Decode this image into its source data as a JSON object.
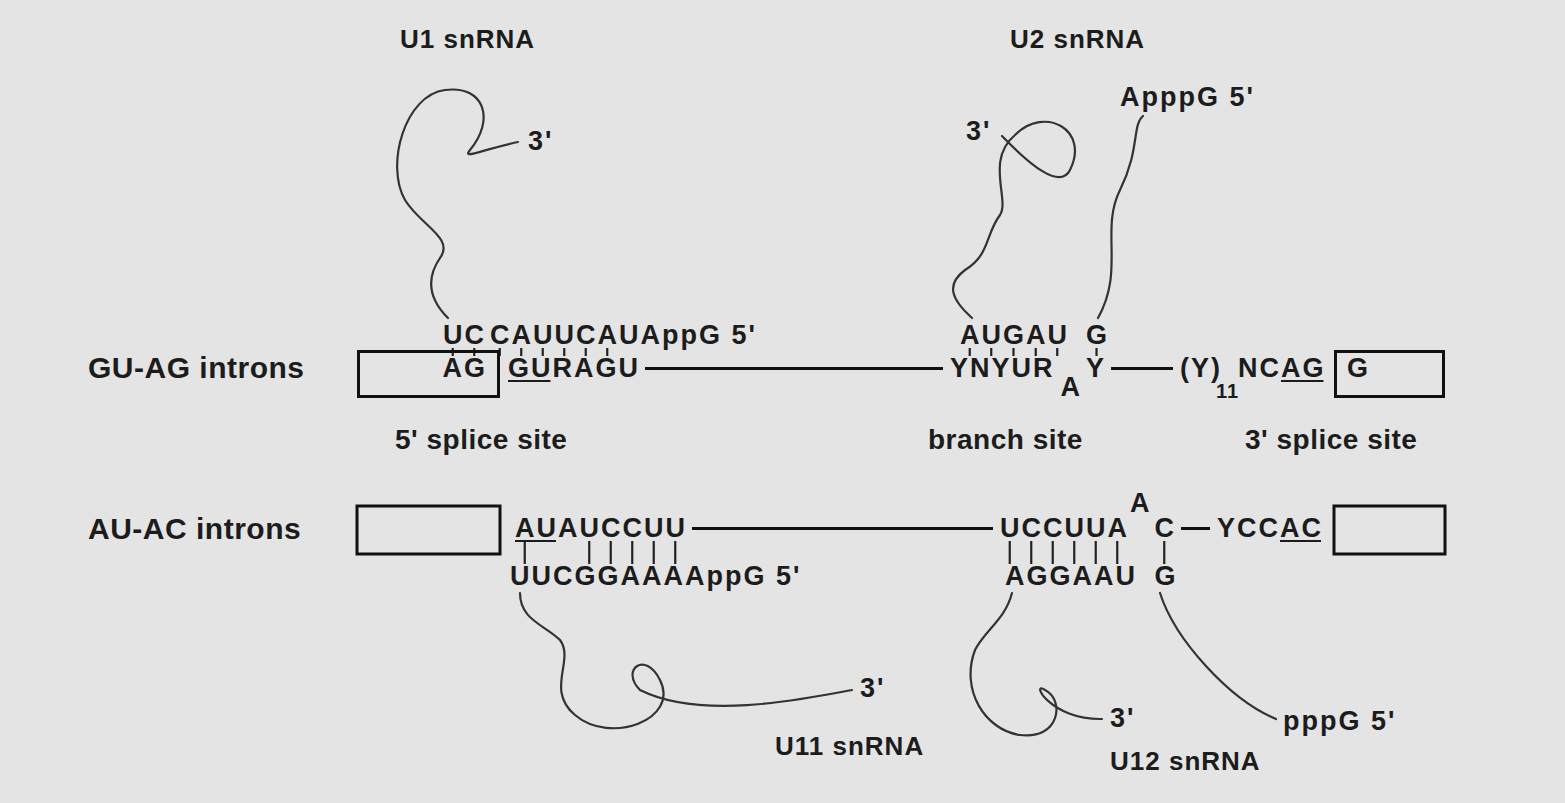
{
  "diagram": {
    "nodes": [
      {
        "text": [
          "AG"
        ]
      },
      {
        "text": [
          "G"
        ]
      }
    ],
    "labels": [
      "U1 snRNA",
      "3'",
      "UC",
      "CAUUCAUAppG 5'",
      "GU-AG introns",
      "GURAGU",
      "U2 snRNA",
      "3'",
      "ApppG 5'",
      "AUGAU",
      "G",
      "YNYUR",
      "A",
      "Y",
      "(Y)",
      "11",
      "NCAG",
      "5' splice site",
      "branch site",
      "3' splice site",
      "AU-AC introns",
      "AUAUCCUU",
      "UUCGGAAAAppG 5'",
      "3'",
      "U11 snRNA",
      "UCCUUA",
      "A",
      "C",
      "YCCAC",
      "AGGAAU",
      "G",
      "3'",
      "U12 snRNA",
      "pppG 5'"
    ]
  }
}
